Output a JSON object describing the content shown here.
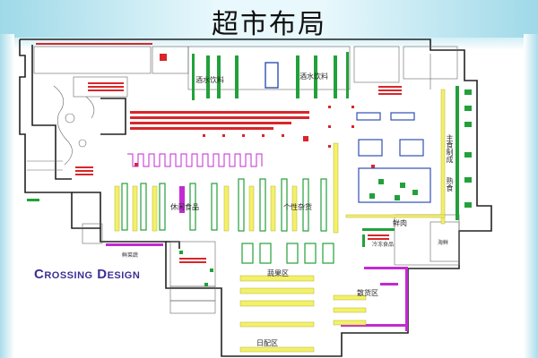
{
  "slide": {
    "title": "超市布局",
    "brand": "Crossing Design"
  },
  "areas": {
    "drinks_left": "酒水饮料",
    "drinks_right": "酒水饮料",
    "snacks": "休闲食品",
    "household": "个性杂货",
    "staple": "主食制成",
    "cooked": "熟食",
    "meat": "鲜肉",
    "frozen": "冷冻食品",
    "seafood": "海鲜",
    "bulk": "散货区",
    "produce": "蔬果区",
    "dairy": "日配区",
    "fresh_produce": "鲜菜蔬"
  },
  "colors": {
    "accent_red": "#d8262a",
    "accent_green": "#22a13a",
    "accent_magenta": "#c22ad2",
    "accent_yellow": "#f3f06a",
    "accent_blue": "#2f4fb5",
    "wall": "#222222"
  }
}
